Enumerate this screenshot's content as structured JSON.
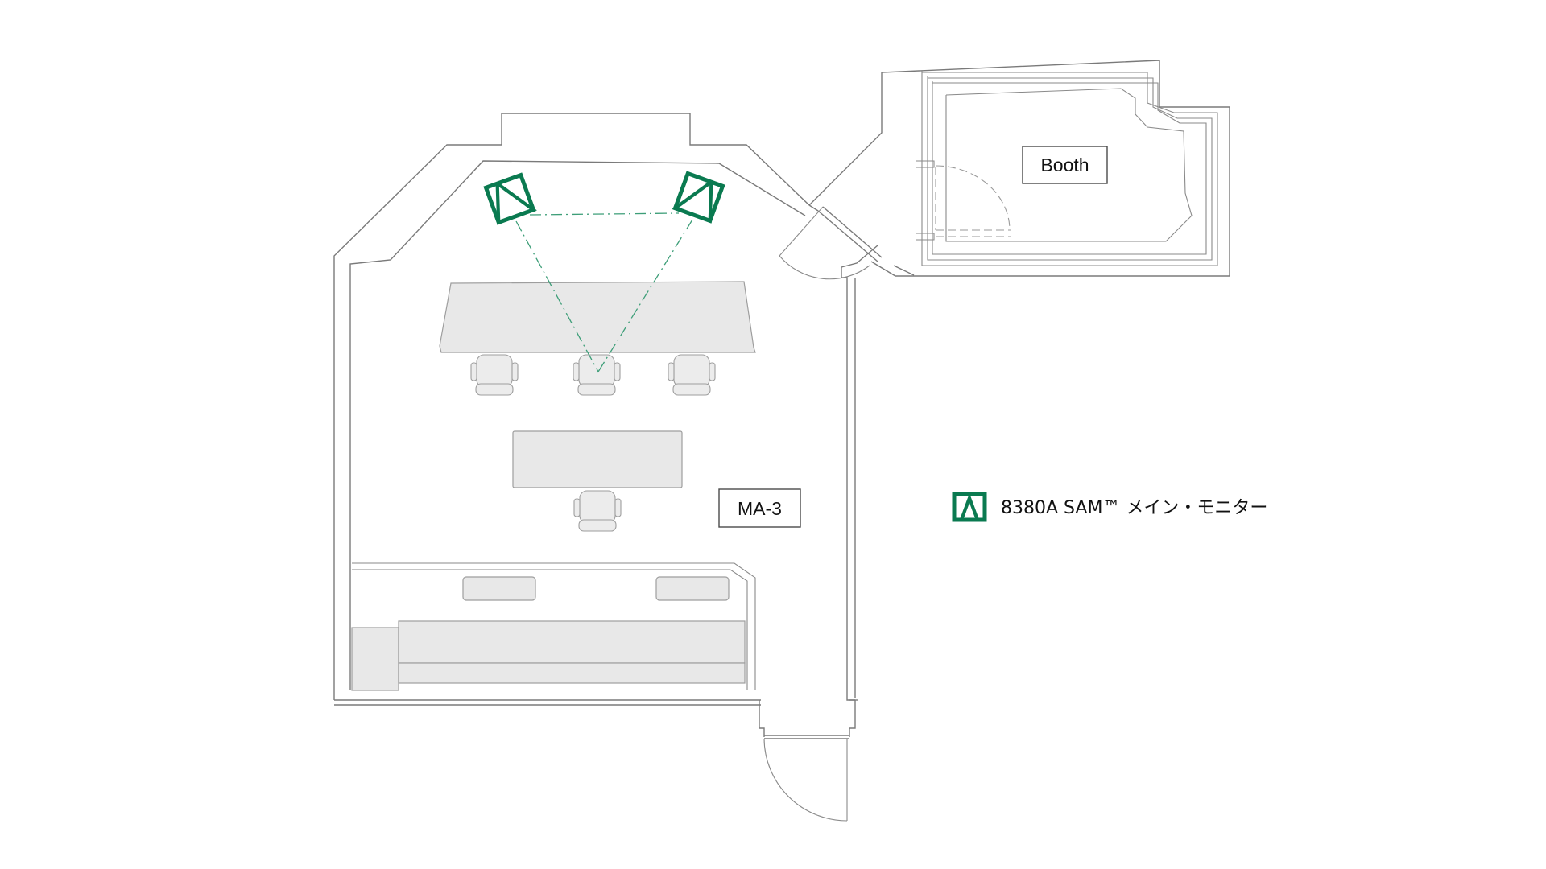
{
  "rooms": {
    "control_room_label": "MA-3",
    "booth_label": "Booth"
  },
  "legend": {
    "icon": "monitor-speaker-icon",
    "text": "8380A SAM™ メイン・モニター"
  },
  "colors": {
    "speaker_green": "#0a7a50",
    "sightline_green": "#3d9e78",
    "furniture_fill": "#e8e8e8",
    "wall_stroke": "#7a7a7a"
  },
  "speakers": [
    {
      "name": "main-monitor-left"
    },
    {
      "name": "main-monitor-right"
    }
  ]
}
